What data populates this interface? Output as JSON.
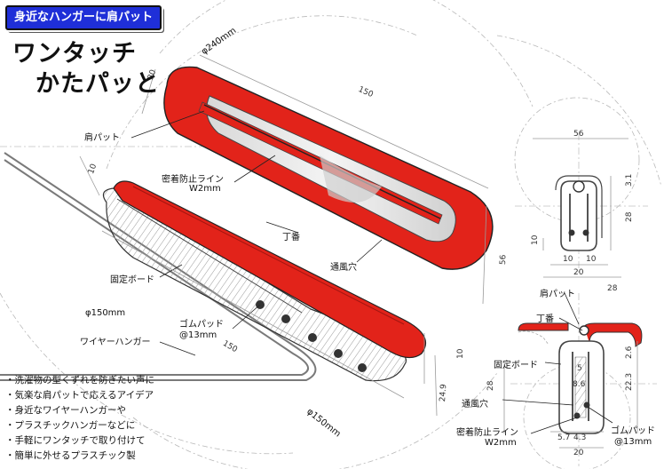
{
  "header": {
    "badge": "身近なハンガーに肩パット",
    "title_line1": "ワンタッチ",
    "title_line2": "かたパッと"
  },
  "labels": {
    "shoulder_pad": "肩パット",
    "seal_line": "密着防止ライン",
    "seal_line_w": "W2mm",
    "hinge": "丁番",
    "vent_hole": "通風穴",
    "fixed_board": "固定ボード",
    "wire_hanger": "ワイヤーハンガー",
    "rubber_pad": "ゴムパッド",
    "rubber_pad_size": "@13mm",
    "diameter_150": "φ150mm",
    "diameter_150b": "φ150mm",
    "diameter_240": "φ240mm"
  },
  "detail_labels": {
    "shoulder_pad": "肩パット",
    "hinge": "丁番",
    "fixed_board": "固定ボード",
    "vent_hole": "通風穴",
    "seal_line": "密着防止ライン",
    "seal_line_w": "W2mm",
    "rubber_pad": "ゴムパッド",
    "rubber_pad_size": "@13mm"
  },
  "dimensions": {
    "d30": "30",
    "d150_top": "150",
    "d10_left": "10",
    "d56_mid": "56",
    "d150_bottom": "150",
    "d10_right": "10",
    "d249": "24.9",
    "d56_top": "56",
    "d31": "3.1",
    "d28_a": "28",
    "d10_a": "10",
    "d10_b": "10",
    "d10_c": "10",
    "d20_a": "20",
    "d28_b": "28",
    "d26": "2.6",
    "d28_c": "28",
    "d223": "22.3",
    "d5": "5",
    "d86": "8.6",
    "d574": "5.7",
    "d43": "4.3",
    "d20_b": "20"
  },
  "features": [
    "洗濯物の型くずれを防ぎたい声に",
    "気楽な肩パットで応えるアイデア",
    "身近なワイヤーハンガーや",
    "プラスチックハンガーなどに",
    "手軽にワンタッチで取り付けて",
    "簡単に外せるプラスチック製"
  ],
  "colors": {
    "pad_red": "#e2231a",
    "badge_blue": "#1f2fd8",
    "line_gray": "#8a8a8a",
    "dim_line": "#9a9a9a"
  }
}
